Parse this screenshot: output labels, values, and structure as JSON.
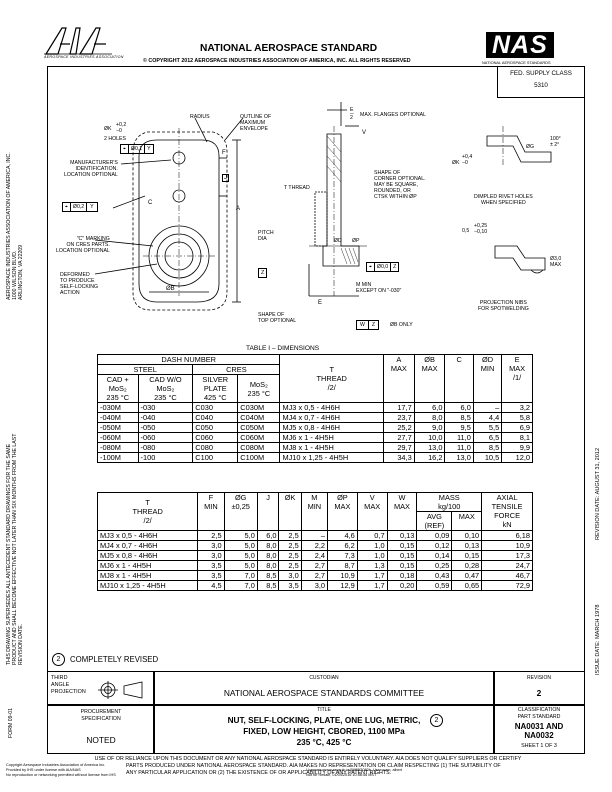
{
  "header": {
    "aia_logo": "AIA",
    "aia_sub": "AEROSPACE INDUSTRIES ASSOCIATION",
    "title": "NATIONAL AEROSPACE STANDARD",
    "copyright": "© COPYRIGHT 2012 AEROSPACE INDUSTRIES ASSOCIATION OF AMERICA, INC. ALL RIGHTS RESERVED",
    "nas_logo": "NAS",
    "nas_sub": "NATIONAL AEROSPACE STANDARDS",
    "fed_supply_label": "FED. SUPPLY CLASS",
    "fed_supply_value": "5310"
  },
  "left_margin": {
    "aia_address": "AEROSPACE INDUSTRIES ASSOCIATION OF AMERICA, INC.\n1000 WILSON BLVD.\nARLINGTON, VA 22209",
    "supersedes": "THIS DRAWING SUPERSEDES ALL ANTECEDENT STANDARD DRAWINGS FOR THE SAME\nPRODUCT AND SHALL BECOME EFFECTIVE NOT LATER THAN SIX MONTHS FROM THE LAST\nREVISION DATE.",
    "form": "FORM 09-01"
  },
  "right_margin": {
    "revision_date": "REVISION DATE:  AUGUST 31, 2012",
    "issue_date": "ISSUE DATE:  MARCH 1978"
  },
  "drawing": {
    "labels": {
      "radius": "RADIUS",
      "outline": "OUTLINE OF\nMAXIMUM\nENVELOPE",
      "max_flanges": "MAX. FLANGES OPTIONAL",
      "two_holes": "2 HOLES",
      "phi_k": "ØK",
      "phi_k_tol": "+0,2\n−0",
      "fcf1": "Ø0,1",
      "fcf1_datum": "Y",
      "mfr_id": "MANUFACTURER'S\nIDENTIFICATION.\nLOCATION OPTIONAL",
      "fcf2": "Ø0,2",
      "fcf2_datum": "Y",
      "c_marking": "\"C\" MARKING\nON CRES PARTS.\nLOCATION OPTIONAL",
      "deformed": "DEFORMED\nTO PRODUCE\nSELF-LOCKING\nACTION",
      "t_thread": "T THREAD",
      "shape_corner": "SHAPE OF\nCORNER OPTIONAL.\nMAY BE SQUARE,\nROUNDED, OR\nCTSK WITHIN ØP",
      "pitch_dia": "PITCH\nDIA",
      "z_datum": "Z",
      "phi_d": "ØD",
      "phi_p": "ØP",
      "fcf3": "Ø0,0",
      "fcf3_m": "M",
      "fcf3_datum": "Z",
      "fcf3_m2": "M",
      "m_min": "M MIN\nEXCEPT ON \"-030\"",
      "shape_top": "SHAPE OF\nTOP OPTIONAL",
      "w_label": "W",
      "w_z": "Z",
      "w_only": "ØB ONLY",
      "dim_a": "A",
      "dim_b": "ØB",
      "dim_c": "C",
      "dim_e": "E",
      "dim_f": "F",
      "dim_j": "J",
      "dim_v": "V",
      "dim_e2": "E\n─\n2",
      "phi_k2": "ØK",
      "phi_k2_tol": "+0,4\n−0",
      "phi_g": "ØG",
      "deg_100": "100°\n± 2°",
      "dimpled": "DIMPLED RIVET HOLES\nWHEN SPECIFIED",
      "nib_tol": "0,5",
      "nib_tol2": "+0,25\n−0,10",
      "nib_dia": "Ø3,0\nMAX",
      "projection_nibs": "PROJECTION NIBS\nFOR SPOTWELDING"
    }
  },
  "table1": {
    "title": "TABLE I – DIMENSIONS",
    "hdr_dash": "DASH NUMBER",
    "hdr_steel": "STEEL",
    "hdr_cres": "CRES",
    "hdr_cols": [
      "CAD +\nMoS₂\n235 °C",
      "CAD W/O\nMoS₂\n235 °C",
      "SILVER\nPLATE\n425 °C",
      "MoS₂\n235 °C"
    ],
    "hdr_t": "T\nTHREAD\n/2/",
    "hdr_a": "A\nMAX",
    "hdr_b": "ØB\nMAX",
    "hdr_c": "C",
    "hdr_d": "ØD\nMIN",
    "hdr_e": "E\nMAX\n/1/",
    "rows": [
      [
        "-030M",
        "-030",
        "C030",
        "C030M",
        "MJ3 x 0,5 - 4H6H",
        "17,7",
        "6,0",
        "6,0",
        "–",
        "3,2"
      ],
      [
        "-040M",
        "-040",
        "C040",
        "C040M",
        "MJ4 x 0,7 - 4H6H",
        "23,7",
        "8,0",
        "8,5",
        "4,4",
        "5,8"
      ],
      [
        "-050M",
        "-050",
        "C050",
        "C050M",
        "MJ5 x 0,8 - 4H6H",
        "25,2",
        "9,0",
        "9,5",
        "5,5",
        "6,9"
      ],
      [
        "-060M",
        "-060",
        "C060",
        "C060M",
        "MJ6 x 1 - 4H5H",
        "27,7",
        "10,0",
        "11,0",
        "6,5",
        "8,1"
      ],
      [
        "-080M",
        "-080",
        "C080",
        "C080M",
        "MJ8 x 1 - 4H5H",
        "29,7",
        "13,0",
        "11,0",
        "8,5",
        "9,9"
      ],
      [
        "-100M",
        "-100",
        "C100",
        "C100M",
        "MJ10 x 1,25 - 4H5H",
        "34,3",
        "16,2",
        "13,0",
        "10,5",
        "12,0"
      ]
    ]
  },
  "table2": {
    "hdr_t": "T\nTHREAD\n/2/",
    "hdr_f": "F\nMIN",
    "hdr_g": "ØG\n±0,25",
    "hdr_j": "J",
    "hdr_k": "ØK",
    "hdr_m": "M\nMIN",
    "hdr_p": "ØP\nMAX",
    "hdr_v": "V\nMAX",
    "hdr_w": "W\nMAX",
    "hdr_mass": "MASS\nkg/100",
    "hdr_avg": "AVG\n(REF)",
    "hdr_max": "MAX",
    "hdr_axial": "AXIAL\nTENSILE\nFORCE\nkN",
    "rows": [
      [
        "MJ3 x 0,5 - 4H6H",
        "2,5",
        "5,0",
        "6,0",
        "2,5",
        "–",
        "4,6",
        "0,7",
        "0,13",
        "0,09",
        "0,10",
        "6,18"
      ],
      [
        "MJ4 x 0,7 - 4H6H",
        "3,0",
        "5,0",
        "8,0",
        "2,5",
        "2,2",
        "6,2",
        "1,0",
        "0,15",
        "0,12",
        "0,13",
        "10,9"
      ],
      [
        "MJ5 x 0,8 - 4H6H",
        "3,0",
        "5,0",
        "8,0",
        "2,5",
        "2,4",
        "7,3",
        "1,0",
        "0,15",
        "0,14",
        "0,15",
        "17,3"
      ],
      [
        "MJ6 x 1 - 4H5H",
        "3,5",
        "5,0",
        "8,0",
        "2,5",
        "2,7",
        "8,7",
        "1,3",
        "0,15",
        "0,25",
        "0,28",
        "24,7"
      ],
      [
        "MJ8 x 1 - 4H5H",
        "3,5",
        "7,0",
        "8,5",
        "3,0",
        "2,7",
        "10,9",
        "1,7",
        "0,18",
        "0,43",
        "0,47",
        "46,7"
      ],
      [
        "MJ10 x 1,25 - 4H5H",
        "4,5",
        "7,0",
        "8,5",
        "3,5",
        "3,0",
        "12,9",
        "1,7",
        "0,20",
        "0,59",
        "0,65",
        "72,9"
      ]
    ]
  },
  "revision_note": {
    "num": "2",
    "text": "COMPLETELY REVISED"
  },
  "title_block": {
    "third_angle": "THIRD\nANGLE\nPROJECTION",
    "custodian_label": "CUSTODIAN",
    "custodian": "NATIONAL AEROSPACE STANDARDS COMMITTEE",
    "revision_label": "REVISION",
    "revision": "2",
    "procurement_label": "PROCUREMENT\nSPECIFICATION",
    "procurement": "NOTED",
    "title_label": "TITLE",
    "title": "NUT, SELF-LOCKING, PLATE, ONE LUG, METRIC,\nFIXED, LOW HEIGHT, CBORED, 1100 MPa\n235 °C, 425 °C",
    "title_rev": "2",
    "classification_label": "CLASSIFICATION\nPART STANDARD",
    "part_no": "NA0031 AND\nNA0032",
    "sheet": "SHEET 1 OF 3"
  },
  "footer": {
    "line1": "USE OF OR RELIANCE UPON THIS DOCUMENT OR ANY NATIONAL AEROSPACE STANDARD IS ENTIRELY VOLUNTARY.  AIA DOES NOT QUALIFY SUPPLIERS OR CERTIFY",
    "line2": "PARTS PRODUCED UNDER NATIONAL AEROSPACE STANDARD.  AIA MAKES NO REPRESENTATION OR CLAIM RESPECTING (1) THE SUITABILITY OF",
    "line3": "ANY PARTICULAR APPLICATION OR (2) THE EXISTENCE OF OR APPLICABILITY OF ANY PATENT RIGHTS.",
    "lic1": "Copyright Aerospace Industries Association of America Inc.",
    "lic2": "Provided by IHS under license with AIA/NAS",
    "lic3": "No reproduction or networking permitted without license from IHS",
    "lic4": "Licensee=www.aspsub.us/56ff8f3080b, User=sam, albert",
    "lic5": "Not for Resale, 01/04/2016 10:56:46 MST"
  }
}
